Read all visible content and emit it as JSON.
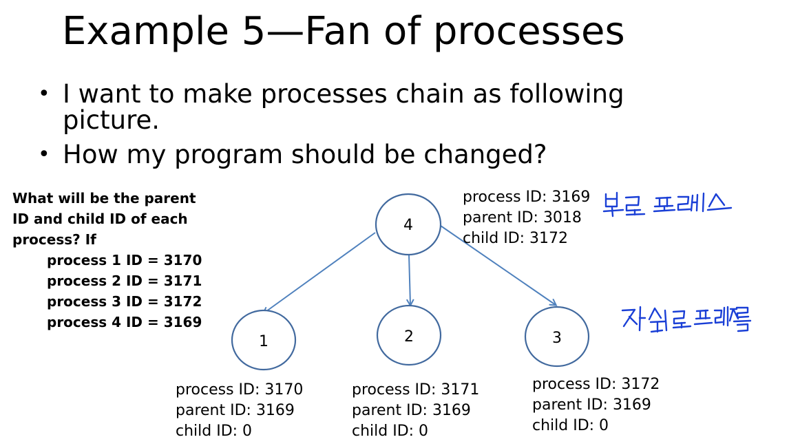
{
  "title": "Example 5—Fan of processes",
  "bullets": [
    "I want to make processes chain as following picture.",
    "How my program should be changed?"
  ],
  "question": {
    "lines": [
      "What will be the parent",
      "ID and child ID of each",
      "process? If"
    ],
    "ids": [
      "process 1 ID = 3170",
      "process 2 ID = 3171",
      "process 3 ID = 3172",
      "process 4 ID = 3169"
    ]
  },
  "nodes": [
    {
      "label": "4",
      "process_id": "process ID: 3169",
      "parent_id": "parent ID: 3018",
      "child_id": "child ID: 3172"
    },
    {
      "label": "1",
      "process_id": "process ID: 3170",
      "parent_id": "parent ID: 3169",
      "child_id": "child ID: 0"
    },
    {
      "label": "2",
      "process_id": "process ID: 3171",
      "parent_id": "parent ID: 3169",
      "child_id": "child ID: 0"
    },
    {
      "label": "3",
      "process_id": "process ID: 3172",
      "parent_id": "parent ID: 3169",
      "child_id": "child ID: 0"
    }
  ],
  "annotations": {
    "parent_note": "부모 프로세스",
    "child_note": "자식 프로세스들",
    "ink_color": "#1a3fd6"
  },
  "colors": {
    "node_stroke": "#41699e",
    "arrow": "#4f81bd"
  }
}
